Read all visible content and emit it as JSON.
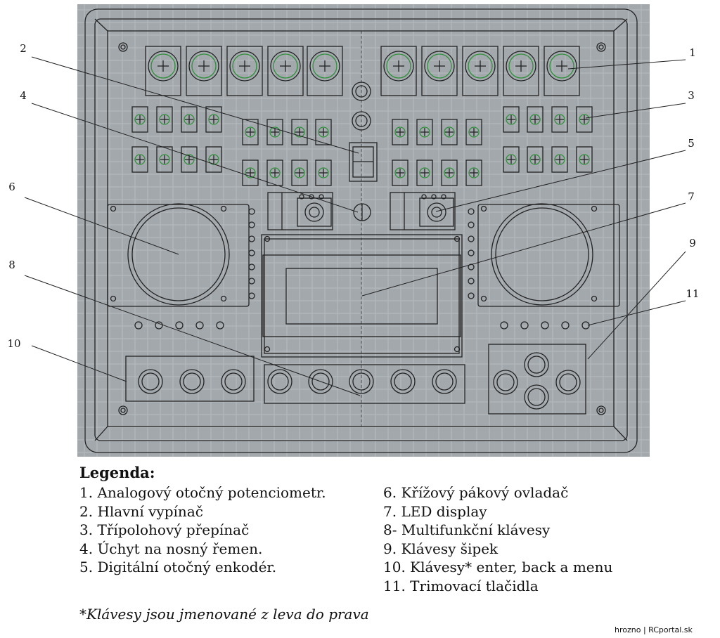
{
  "callouts": [
    "1",
    "2",
    "3",
    "4",
    "5",
    "6",
    "7",
    "8",
    "9",
    "10",
    "11"
  ],
  "legend": {
    "title": "Legenda:",
    "left": [
      "1. Analogový otočný potenciometr.",
      "2. Hlavní vypínač",
      "3. Třípolohový přepínač",
      "4. Úchyt na nosný řemen.",
      "5. Digitální otočný enkodér."
    ],
    "right": [
      "6. Křížový pákový ovladač",
      "7. LED display",
      "8- Multifunkční klávesy",
      "9. Klávesy šipek",
      "10. Klávesy* enter, back a menu",
      "11. Trimovací tlačidla"
    ]
  },
  "footnote": "*Klávesy jsou jmenované z leva do prava",
  "credit": "hrozno | RCportal.sk",
  "colors": {
    "background": "#a3a8ad",
    "grid": "#b7bbbf",
    "lines": "#222222",
    "potentiometer_ring": "#2f8f3a"
  }
}
